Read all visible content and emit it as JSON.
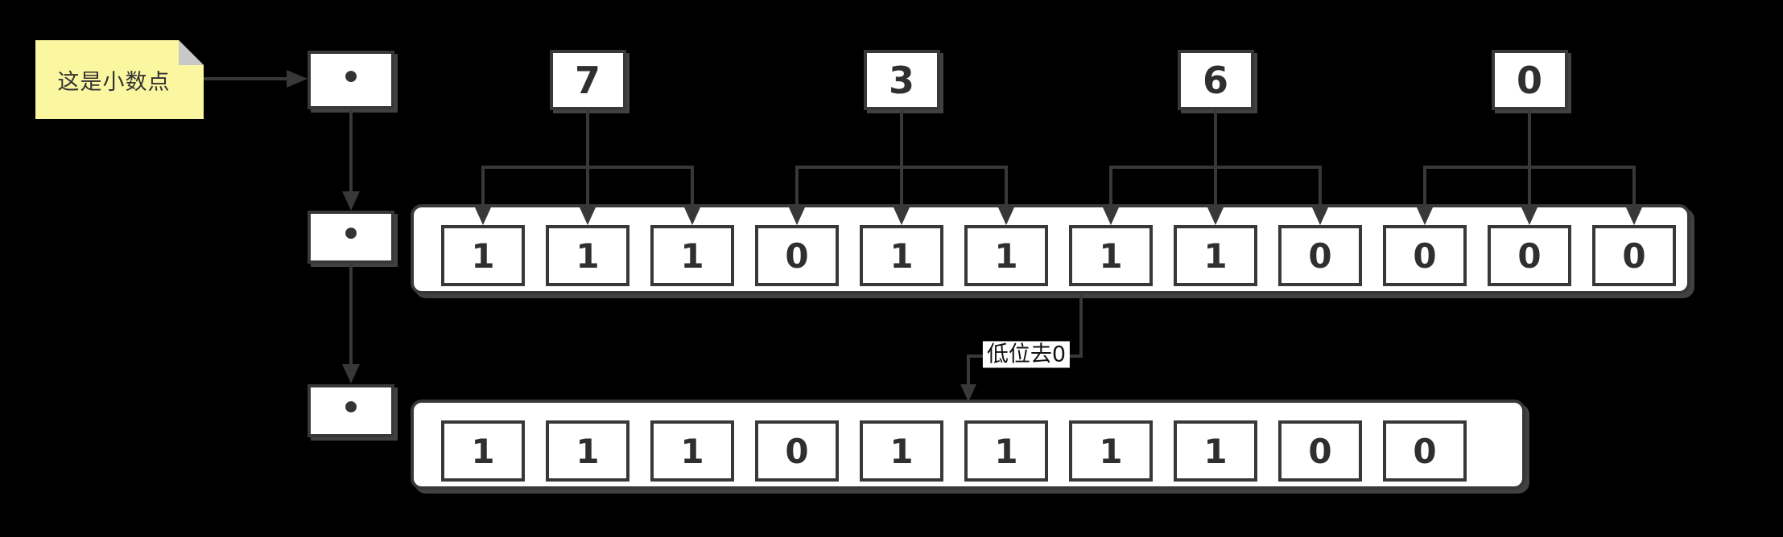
{
  "note": {
    "text": "这是小数点"
  },
  "decimal_point": {
    "symbol": "•"
  },
  "groups": [
    {
      "digit": "7",
      "bits": [
        "1",
        "1",
        "1"
      ]
    },
    {
      "digit": "3",
      "bits": [
        "0",
        "1",
        "1"
      ]
    },
    {
      "digit": "6",
      "bits": [
        "1",
        "1",
        "0"
      ]
    },
    {
      "digit": "0",
      "bits": [
        "0",
        "0",
        "0"
      ]
    }
  ],
  "middle_row_bits": [
    "1",
    "1",
    "1",
    "0",
    "1",
    "1",
    "1",
    "1",
    "0",
    "0",
    "0",
    "0"
  ],
  "result_bits": [
    "1",
    "1",
    "1",
    "0",
    "1",
    "1",
    "1",
    "1",
    "0",
    "0"
  ],
  "annotation": {
    "label": "低位去0"
  },
  "colors": {
    "background": "#000000",
    "stroke": "#383838",
    "box_fill": "#FFFFFF",
    "note_fill": "#FBF6A0",
    "note_fold": "#C8C8C8",
    "text": "#2F2F2F"
  }
}
